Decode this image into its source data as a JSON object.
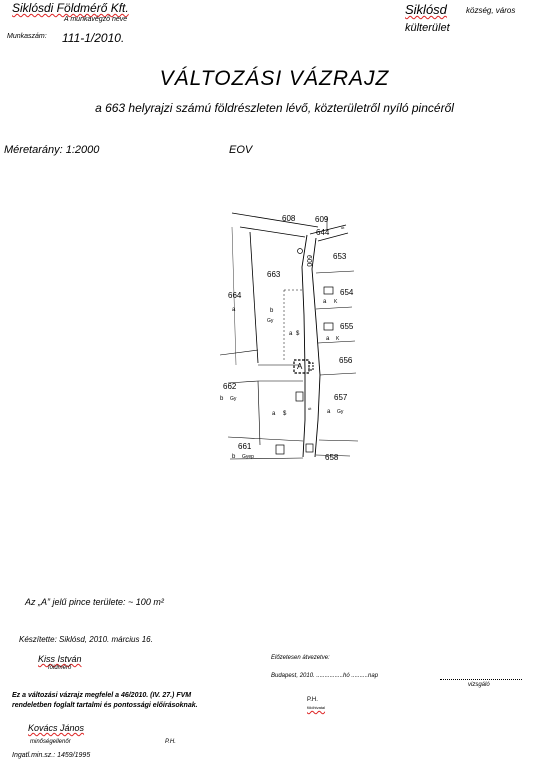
{
  "header": {
    "firm_name": "Siklósdi Földmérő Kft.",
    "firm_caption": "A munkavégző neve",
    "work_no_label": "Munkaszám:",
    "work_no": "111-1/2010.",
    "town": "Siklósd",
    "town_caption": "község, város",
    "area_type": "külterület"
  },
  "title": {
    "main": "VÁLTOZÁSI VÁZRAJZ",
    "subtitle": "a 663 helyrajzi számú földrészleten lévő, közterületről nyíló pincéről"
  },
  "scale": {
    "label": "Méretarány: 1:2000",
    "projection": "EOV"
  },
  "map": {
    "parcels": [
      "608",
      "609",
      "644",
      "653",
      "663",
      "600",
      "654",
      "664",
      "655",
      "656",
      "662",
      "657",
      "661",
      "658"
    ],
    "codes": {
      "a": "a",
      "b": "b",
      "gy": "Gy",
      "k": "K",
      "s": "$",
      "gyep": "Gyep",
      "cellar": "A",
      "road_small": "út"
    }
  },
  "area_note": "Az „A” jelű pince területe: ~ 100 m²",
  "footer": {
    "made_label": "Készítette: Siklósd, 2010. március 16.",
    "surveyor_name": "Kiss István",
    "surveyor_role": "földmérő",
    "statement": [
      "Ez a változási vázrajz megfelel a 46/2010. (IV. 27.) FVM",
      "rendeletben foglalt tartalmi és pontossági előírásoknak."
    ],
    "qa_name": "Kovács János",
    "qa_role": "minőségellenőr",
    "ph_left": "P.H.",
    "license": "Ingatl.min.sz.: 1459/1995",
    "precheck_label": "Előzetesen átvezetve:",
    "precheck_line": "Budapest, 2010. ................hó ..........nap",
    "reviewer": "vizsgáló",
    "ph_right": "P.H.",
    "ph_right_sub": "földhivatal"
  }
}
